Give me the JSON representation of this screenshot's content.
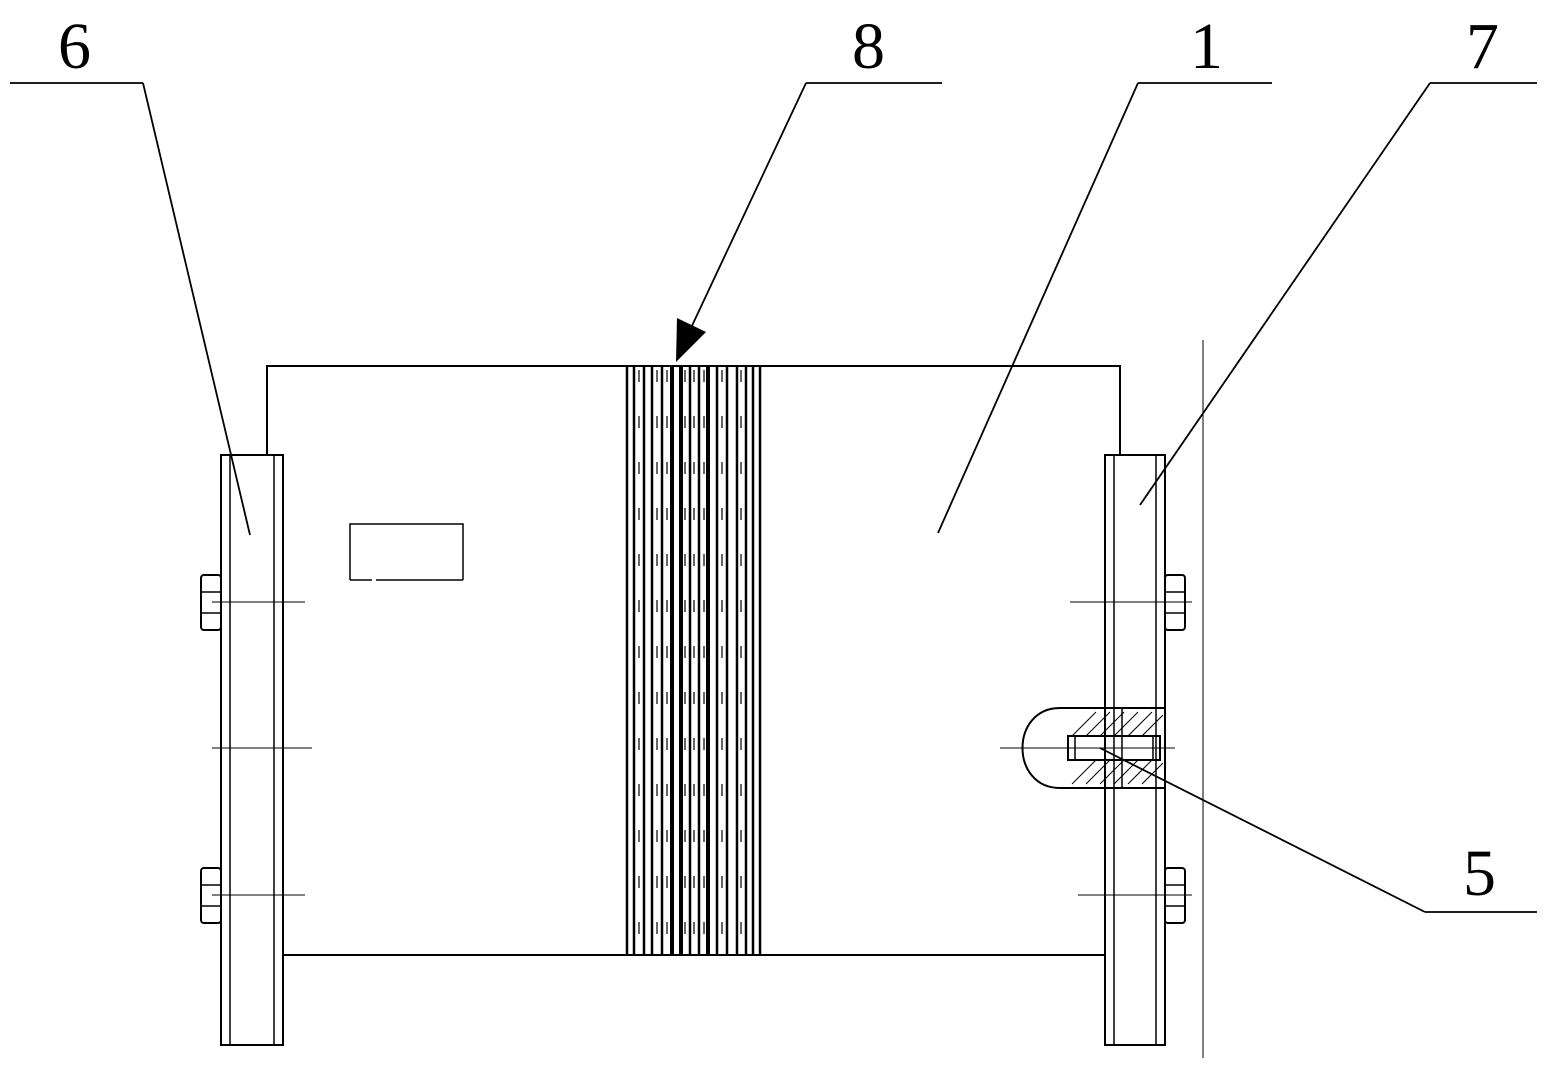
{
  "drawing": {
    "stroke_color": "#000000",
    "background": "#ffffff",
    "callouts": [
      {
        "id": "6",
        "label": "6"
      },
      {
        "id": "8",
        "label": "8"
      },
      {
        "id": "1",
        "label": "1"
      },
      {
        "id": "7",
        "label": "7"
      },
      {
        "id": "5",
        "label": "5"
      }
    ]
  }
}
